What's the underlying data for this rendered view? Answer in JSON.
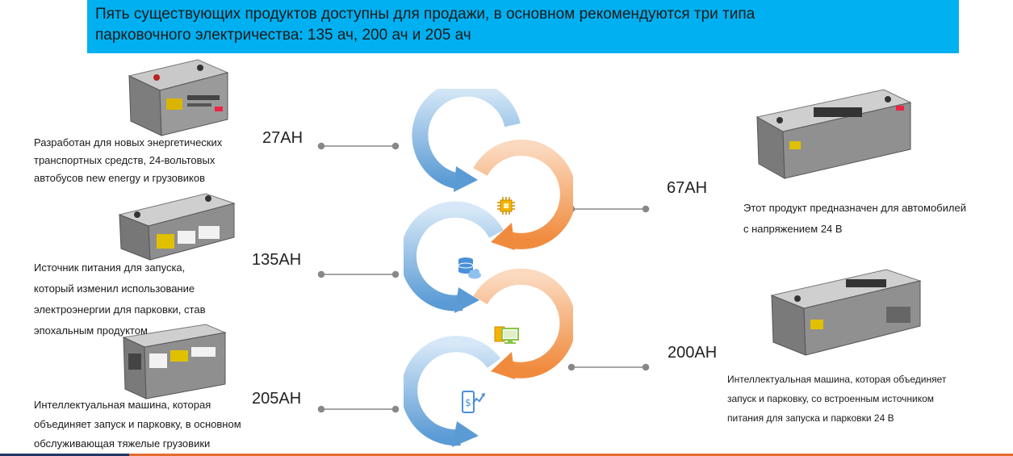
{
  "banner": {
    "line1": "Пять существующих продуктов доступны для продажи, в основном рекомендуются три типа",
    "line2": "парковочного электричества: 135 ач, 200 ач и 205 ач"
  },
  "products": {
    "p27": {
      "capacity": "27AH",
      "lines": [
        "Разработан для новых энергетических",
        "транспортных средств, 24-вольтовых",
        "автобусов new energy и грузовиков"
      ]
    },
    "p135": {
      "capacity": "135AH",
      "lines": [
        "Источник питания для запуска,",
        "который изменил использование",
        "электроэнергии для парковки, став",
        "эпохальным продуктом"
      ]
    },
    "p205": {
      "capacity": "205AH",
      "lines": [
        "Интеллектуальная машина, которая",
        "объединяет запуск и парковку, в основном",
        "обслуживающая тяжелые грузовики"
      ]
    },
    "p67": {
      "capacity": "67AH",
      "lines": [
        "Этот продукт предназначен для автомобилей",
        "с напряжением 24 В"
      ]
    },
    "p200": {
      "capacity": "200AH",
      "lines": [
        "Интеллектуальная машина, которая объединяет",
        "запуск и парковку, со встроенным источником",
        "питания для запуска и парковки 24 В"
      ]
    }
  },
  "colors": {
    "banner": "#00B0F0",
    "arrow_blue": "#6FA8DC",
    "arrow_orange": "#F4A460",
    "connector": "#888888",
    "footer_line": "#E36C2F"
  },
  "icons": [
    "chip-icon",
    "database-cloud-icon",
    "monitor-icon",
    "phone-dollar-icon"
  ]
}
